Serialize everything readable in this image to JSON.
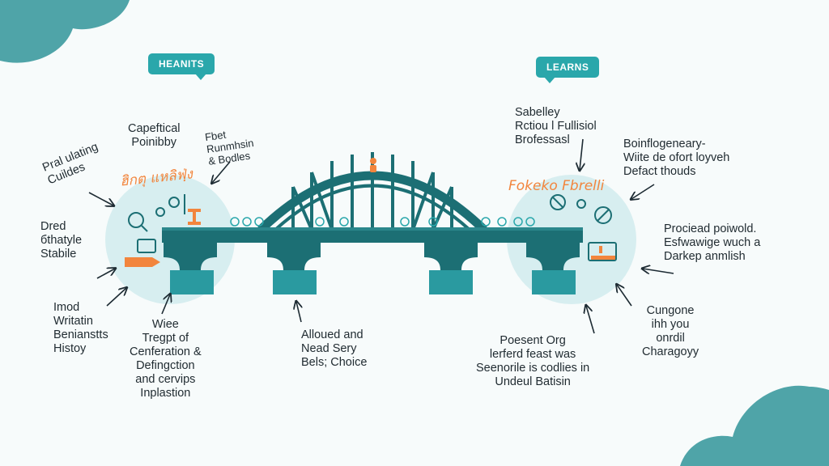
{
  "bubbles": {
    "left": "HEANITS",
    "right": "LEARNS"
  },
  "headings": {
    "left": "ฮิกตุ แหลิฟฺ่ง",
    "right": "Fokeko Fbrelli"
  },
  "labels": {
    "capefical": "Capeftical\nPoinibby",
    "fbet": "Fbet\nRunmhsin\n& Bodles",
    "pral": "Pral ulating\nCuildes",
    "dred": "Dred\nбthatyle\nStabile",
    "imod": "Imod\nWritatin\nBenianstts\nHistoy",
    "wiee": "Wiee\nTregpt of\nCenferation &\nDefingction\nand cervips\nInplastion",
    "alloued": "Alloued and\nNead Sery\nBels; Choice",
    "sabelley": "Sabelley\nRctiou l Fullisiol\nBrofessasl",
    "boinflo": "Boinflogeneary-\nWiite de ofort loyveh\nDefact thouds",
    "prociead": "Prociead poiwold.\nEsfwawige wuch a\nDarkep anmlish",
    "poesent": "Poesent Org\nlerferd feast was\nSeenorile is codlies in\nUndeul Batisin",
    "cungone": "Cungone\nihh you\nonrdil\nCharagoyy"
  },
  "colors": {
    "teal_dark": "#1c6f74",
    "teal": "#2aa7ab",
    "teal_light": "#d7eef0",
    "orange": "#f2853d",
    "background": "#f7fbfb"
  }
}
